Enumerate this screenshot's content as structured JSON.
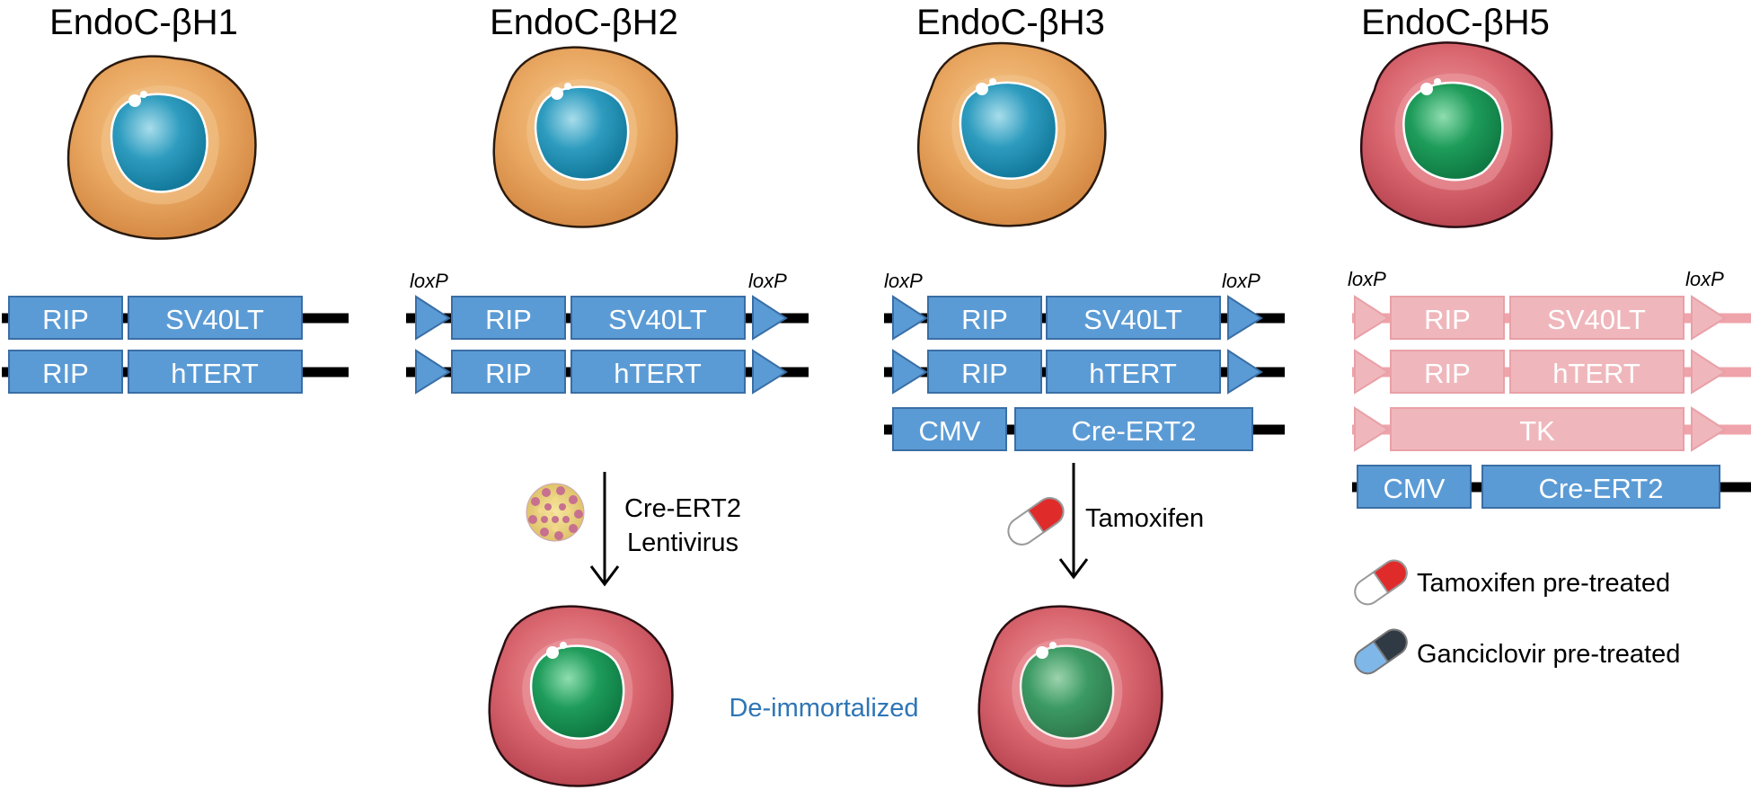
{
  "titles": {
    "h1": "EndoC-βH1",
    "h2": "EndoC-βH2",
    "h3": "EndoC-βH3",
    "h5": "EndoC-βH5"
  },
  "constructs": {
    "rip": "RIP",
    "sv40lt": "SV40LT",
    "htert": "hTERT",
    "cmv": "CMV",
    "cre_ert2": "Cre-ERT2",
    "tk": "TK",
    "loxp": "loxP"
  },
  "treatments": {
    "cre_lentivirus_line1": "Cre-ERT2",
    "cre_lentivirus_line2": "Lentivirus",
    "tamoxifen": "Tamoxifen",
    "de_immortalized": "De-immortalized"
  },
  "legend": {
    "tamoxifen_pretreated": "Tamoxifen pre-treated",
    "ganciclovir_pretreated": "Ganciclovir pre-treated"
  },
  "colors": {
    "box_blue": "#5B9BD5",
    "box_blue_border": "#3A6EA5",
    "box_pink": "#EFB7BC",
    "cell_orange": "#E6A35E",
    "cell_red": "#D7656F",
    "nucleus_blue": "#2E9CBF",
    "nucleus_green": "#1E9C5A",
    "text_blue": "#2E75B6"
  }
}
